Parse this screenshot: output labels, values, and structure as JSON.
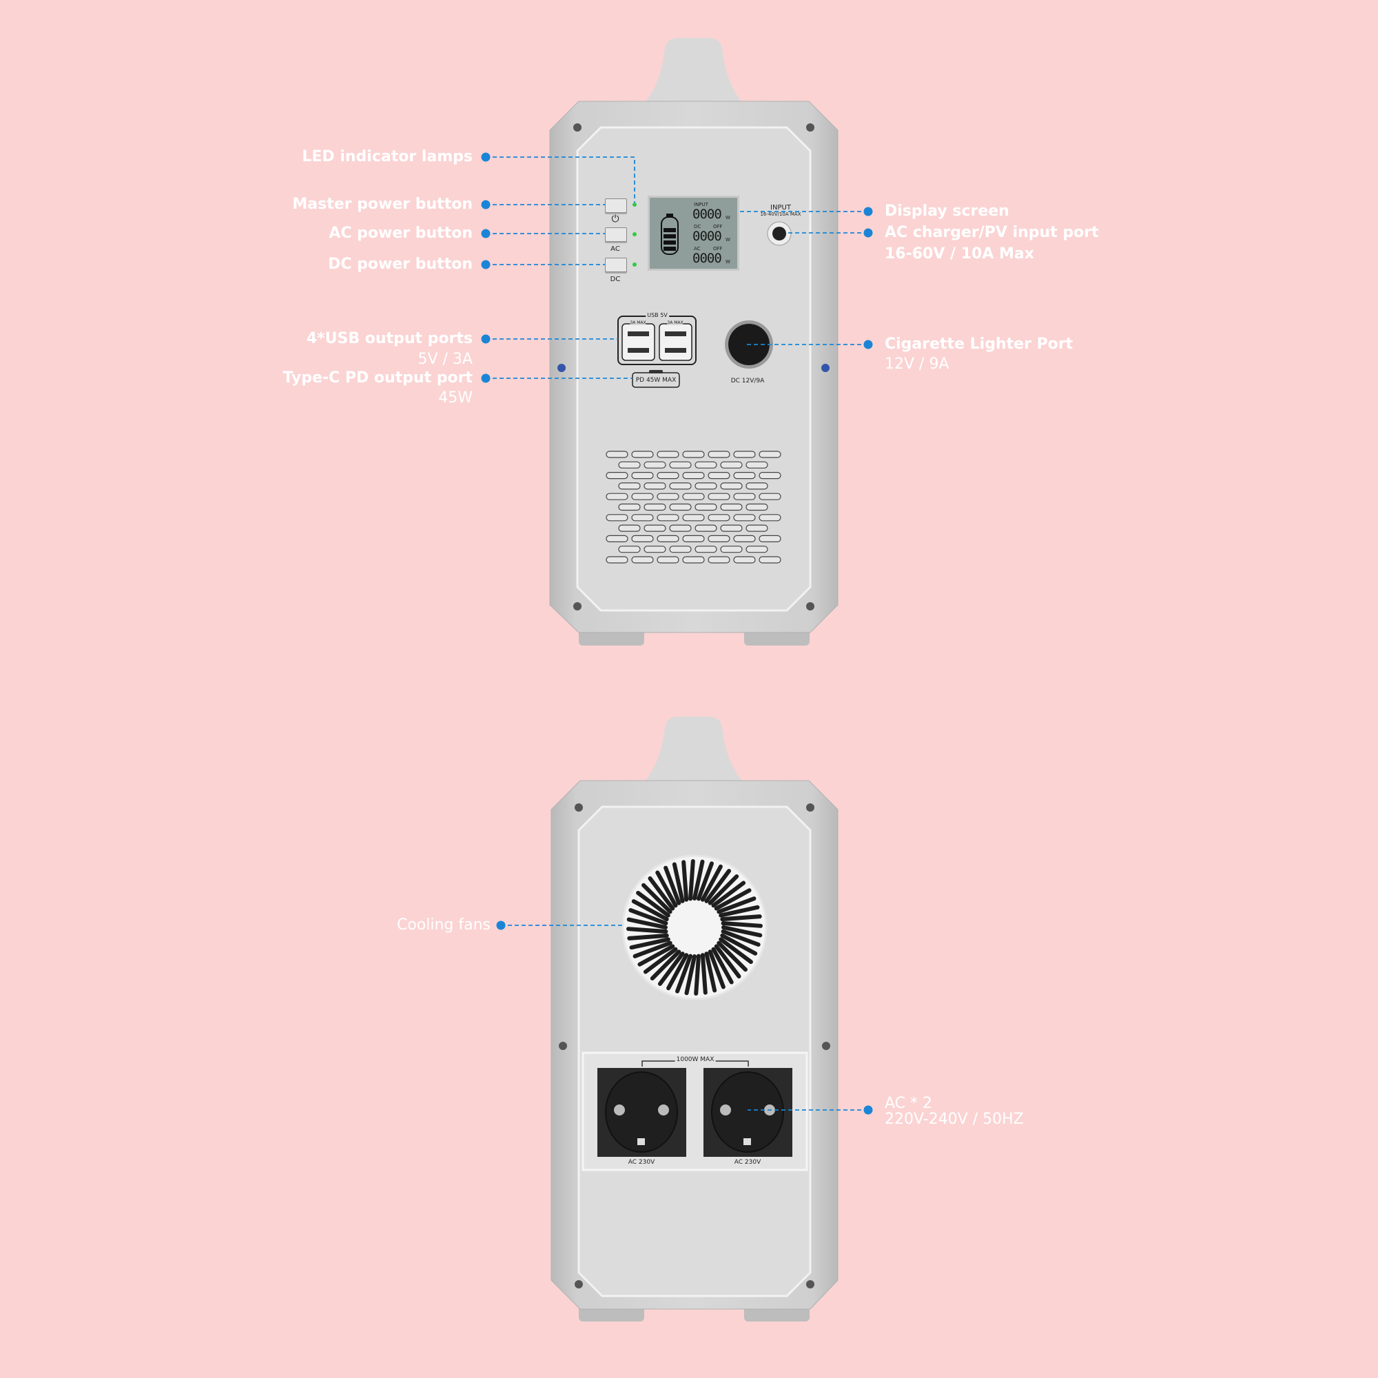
{
  "colors": {
    "background": "#fbd3d3",
    "accent": "#1a85d6",
    "device": "#d6d6d6"
  },
  "front_labels": {
    "led": "LED indicator lamps",
    "master": "Master power button",
    "ac_button": "AC power button",
    "dc_button": "DC power button",
    "usb": "4*USB output ports",
    "usb_spec": "5V / 3A",
    "typec": "Type-C PD output port",
    "typec_spec": "45W",
    "display": "Display screen",
    "input": "AC charger/PV input port",
    "input_spec": "16-60V / 10A Max",
    "cig": "Cigarette Lighter Port",
    "cig_spec": "12V / 9A"
  },
  "back_labels": {
    "fans": "Cooling fans",
    "ac": "AC * 2",
    "ac_spec": "220V-240V / 50HZ"
  },
  "panel": {
    "ac_btn": "AC",
    "dc_btn": "DC",
    "lcd_input": "INPUT",
    "lcd_dc": "DC",
    "lcd_ac": "AC",
    "lcd_off": "OFF",
    "lcd_value": "0000",
    "lcd_unit": "W",
    "input_title": "INPUT",
    "input_rating": "16-40V/10A MAX",
    "usb_title": "USB 5V",
    "usb_max": "3A MAX",
    "pd": "PD 45W MAX",
    "dc_port": "DC 12V/9A",
    "ac_max": "1000W MAX",
    "ac_socket": "AC 230V"
  }
}
